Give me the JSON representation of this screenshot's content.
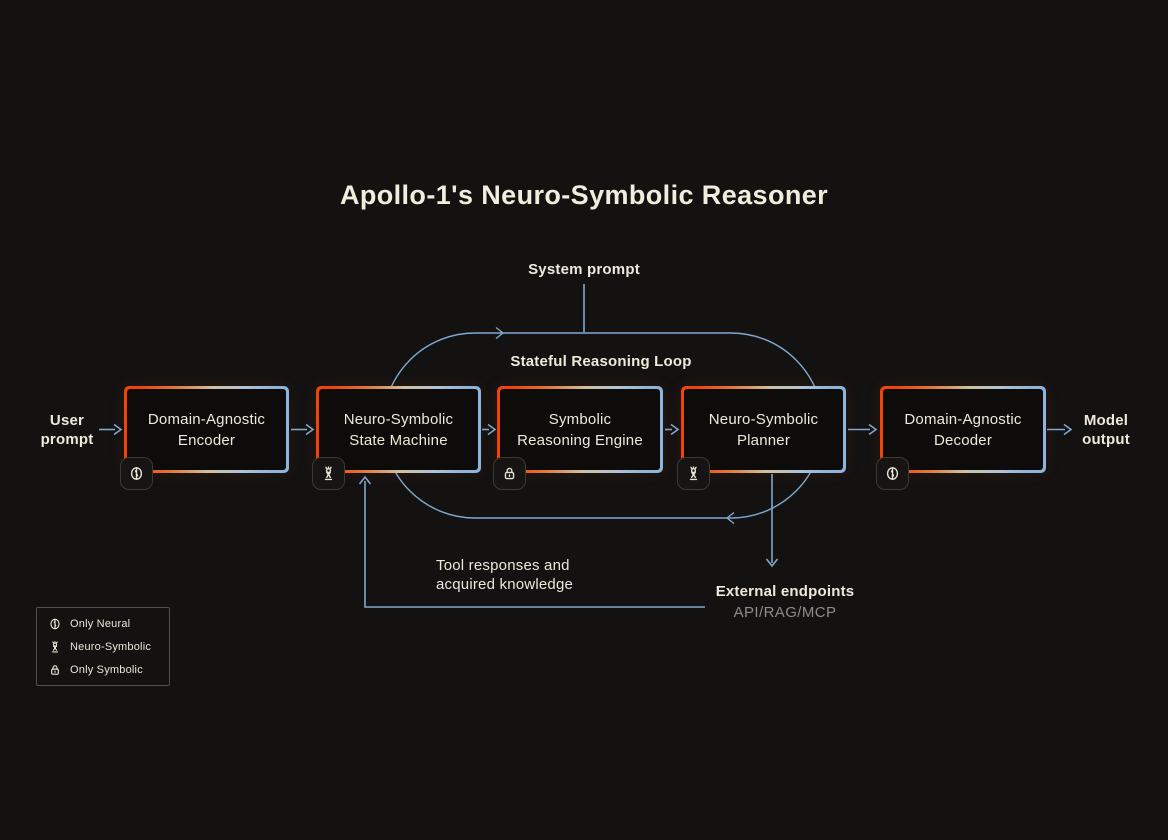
{
  "title": "Apollo-1's Neuro-Symbolic Reasoner",
  "labels": {
    "system_prompt": "System prompt",
    "loop": "Stateful Reasoning Loop",
    "user_prompt_line1": "User",
    "user_prompt_line2": "prompt",
    "model_output_line1": "Model",
    "model_output_line2": "output",
    "tool_responses_line1": "Tool responses and",
    "tool_responses_line2": "acquired knowledge",
    "external_endpoints_title": "External endpoints",
    "external_endpoints_subtitle": "API/RAG/MCP"
  },
  "boxes": [
    {
      "line1": "Domain-Agnostic",
      "line2": "Encoder",
      "icon": "brain"
    },
    {
      "line1": "Neuro-Symbolic",
      "line2": "State Machine",
      "icon": "chess-piece"
    },
    {
      "line1": "Symbolic",
      "line2": "Reasoning Engine",
      "icon": "lock"
    },
    {
      "line1": "Neuro-Symbolic",
      "line2": "Planner",
      "icon": "chess-piece"
    },
    {
      "line1": "Domain-Agnostic",
      "line2": "Decoder",
      "icon": "brain"
    }
  ],
  "legend": {
    "items": [
      {
        "icon": "brain",
        "label": "Only Neural"
      },
      {
        "icon": "chess-piece",
        "label": "Neuro-Symbolic"
      },
      {
        "icon": "lock",
        "label": "Only Symbolic"
      }
    ]
  },
  "colors": {
    "background": "#131211",
    "box_border_orange": "#f24409",
    "box_border_blue": "#8cb4dd",
    "box_border_tan": "#cfc0a0",
    "line_blue": "#7fa8d1",
    "text_cream": "#efe9db",
    "text_gray": "#8e8c85"
  }
}
